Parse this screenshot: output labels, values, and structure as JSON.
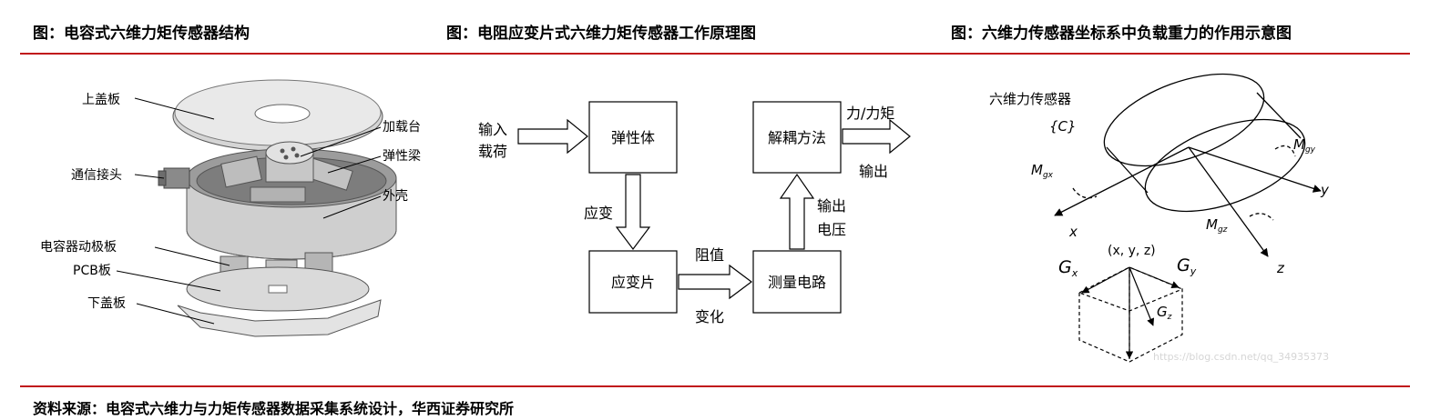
{
  "titles": {
    "left": "图：电容式六维力矩传感器结构",
    "middle": "图：电阻应变片式六维力矩传感器工作原理图",
    "right": "图：六维力传感器坐标系中负载重力的作用示意图"
  },
  "structure": {
    "labels": {
      "top_cover": "上盖板",
      "connector": "通信接头",
      "cap_plate": "电容器动极板",
      "pcb": "PCB板",
      "bottom_cover": "下盖板",
      "load_stage": "加载台",
      "elastic_beam": "弹性梁",
      "shell": "外壳"
    }
  },
  "flow": {
    "input_line1": "输入",
    "input_line2": "载荷",
    "elastic_body": "弹性体",
    "strain_label": "应变",
    "strain_gauge": "应变片",
    "resistance_label1": "阻值",
    "resistance_label2": "变化",
    "measure_circuit": "测量电路",
    "voltage_line1": "输出",
    "voltage_line2": "电压",
    "decouple": "解耦方法",
    "output_top": "力/力矩",
    "output_bottom": "输出"
  },
  "coords": {
    "sensor_name": "六维力传感器",
    "frame": "{C}",
    "mgx_main": "M",
    "mgx_sub": "gx",
    "mgy_main": "M",
    "mgy_sub": "gy",
    "mgz_main": "M",
    "mgz_sub": "gz",
    "axis_x": "x",
    "axis_y": "y",
    "axis_z": "z",
    "point": "(x, y, z)",
    "gx_main": "G",
    "gx_sub": "x",
    "gy_main": "G",
    "gy_sub": "y",
    "gz_main": "G",
    "gz_sub": "z",
    "watermark": "https://blog.csdn.net/qq_34935373"
  },
  "source": "资料来源：电容式六维力与力矩传感器数据采集系统设计，华西证券研究所",
  "colors": {
    "accent_rule": "#c0141a"
  }
}
